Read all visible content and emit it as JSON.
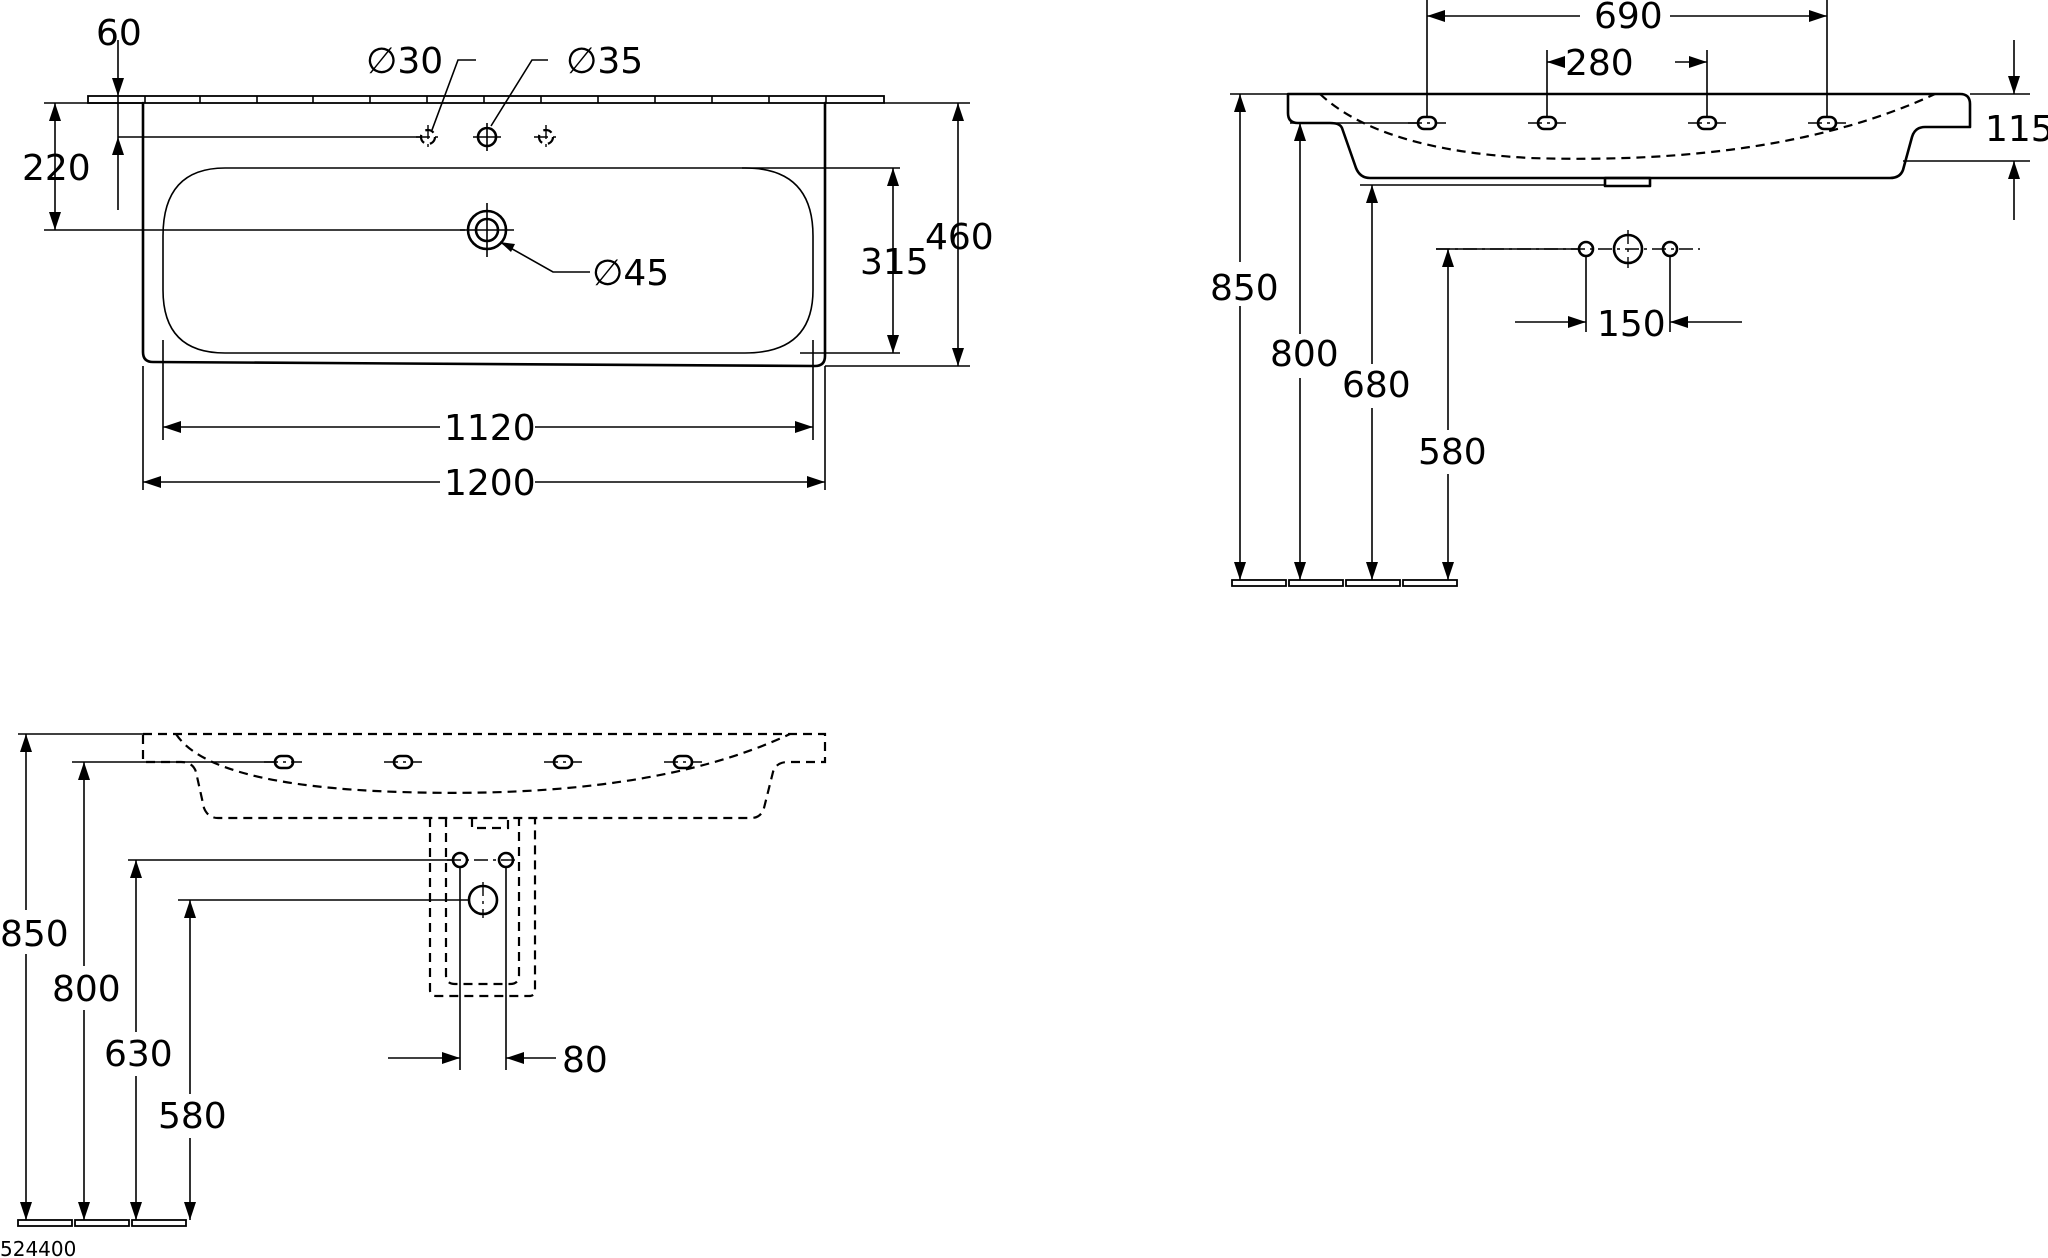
{
  "drawing": {
    "article_number": "524400",
    "top_view": {
      "rim_width": "60",
      "tap_hole_small": "∅30",
      "tap_hole_main": "∅35",
      "tap_hole_offset": "220",
      "waste_hole": "∅45",
      "bowl_depth": "315",
      "overall_depth": "460",
      "bowl_width": "1120",
      "overall_width": "1200"
    },
    "side_view": {
      "outer_fixing_spacing": "690",
      "inner_fixing_spacing": "280",
      "rim_height": "115",
      "supply_spacing": "150",
      "height_rim": "850",
      "height_fixing": "800",
      "height_underside": "680",
      "height_waste": "580"
    },
    "front_view": {
      "height_rim": "850",
      "height_fixing": "800",
      "height_supply": "630",
      "height_waste": "580",
      "supply_spacing": "80"
    }
  }
}
